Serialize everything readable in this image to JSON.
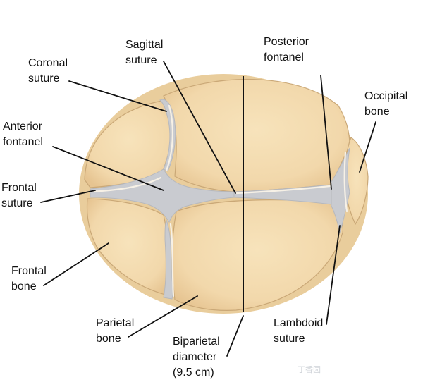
{
  "labels": {
    "coronal_suture": [
      "Coronal",
      "suture"
    ],
    "sagittal_suture": [
      "Sagittal",
      "suture"
    ],
    "posterior_fontanel": [
      "Posterior",
      "fontanel"
    ],
    "occipital_bone": [
      "Occipital",
      "bone"
    ],
    "anterior_fontanel": [
      "Anterior",
      "fontanel"
    ],
    "frontal_suture": [
      "Frontal",
      "suture"
    ],
    "frontal_bone": [
      "Frontal",
      "bone"
    ],
    "parietal_bone": [
      "Parietal",
      "bone"
    ],
    "biparietal_diameter": [
      "Biparietal",
      "diameter",
      "(9.5 cm)"
    ],
    "lambdoid_suture": [
      "Lambdoid",
      "suture"
    ]
  },
  "watermark": "丁香园",
  "colors": {
    "bone_light": "#f5deb3",
    "bone_dark": "#e8c896",
    "fontanel": "#c9cbd0",
    "line": "#111111"
  }
}
